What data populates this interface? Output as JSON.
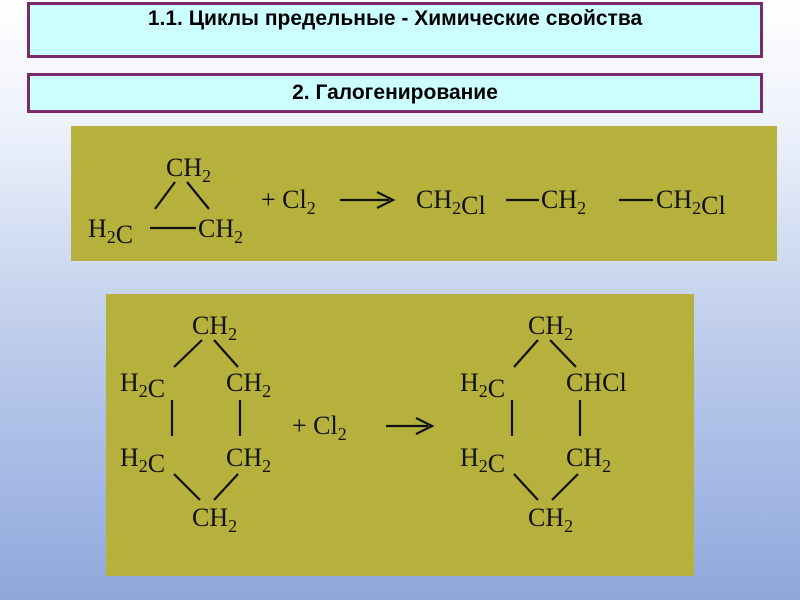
{
  "slide": {
    "title": "1.1. Циклы предельные - Химические свойства",
    "subtitle": "2. Галогенирование"
  },
  "reaction1": {
    "top": "CH2",
    "left": "H2C",
    "right": "CH2",
    "reagent": "+ Cl2",
    "product": [
      "CH2Cl",
      "CH2",
      "CH2Cl"
    ]
  },
  "reaction2": {
    "reactant": {
      "top": "CH2",
      "ul": "H2C",
      "ur": "CH2",
      "ll": "H2C",
      "lr": "CH2",
      "bottom": "CH2"
    },
    "reagent": "+ Cl2",
    "product": {
      "top": "CH2",
      "ul": "H2C",
      "ur": "CHCl",
      "ll": "H2C",
      "lr": "CH2",
      "bottom": "CH2"
    }
  },
  "colors": {
    "panel": "#b6b13c",
    "title_bg": "#ccffff",
    "title_border": "#7a2a6a"
  }
}
